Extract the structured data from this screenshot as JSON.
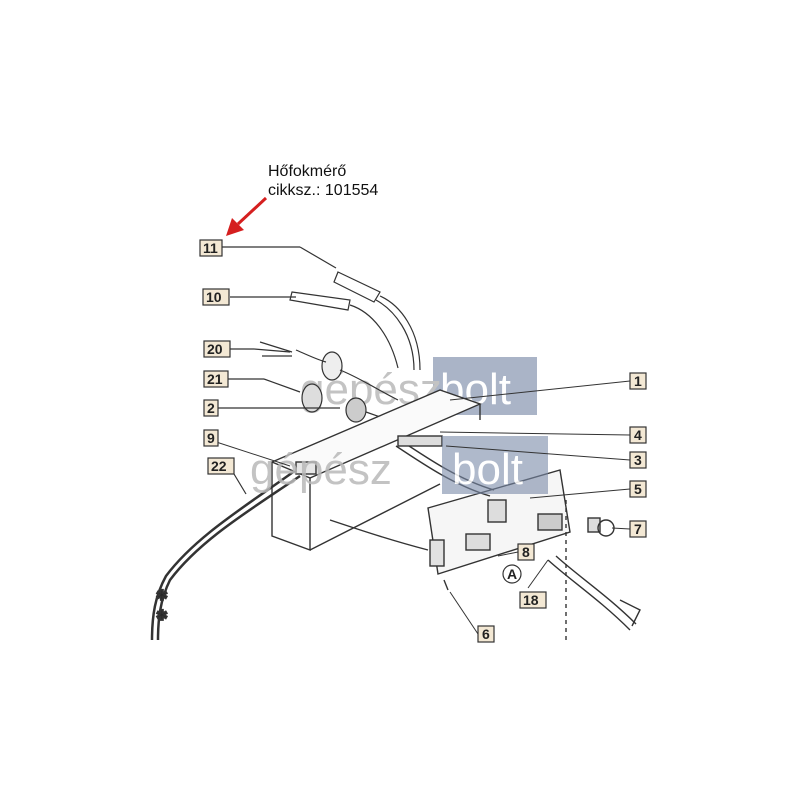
{
  "callout": {
    "line1": "Hőfokmérő",
    "line2": "cikksz.: 101554"
  },
  "part_labels": {
    "p1": "1",
    "p2": "2",
    "p3": "3",
    "p4": "4",
    "p5": "5",
    "p6": "6",
    "p7": "7",
    "p8": "8",
    "p9": "9",
    "p10": "10",
    "p11": "11",
    "p18": "18",
    "p20": "20",
    "p21": "21",
    "p22": "22",
    "pA": "A"
  },
  "watermark": {
    "word1": "gépész",
    "word2": "bolt"
  },
  "colors": {
    "arrow": "#d51f1f",
    "label_box_fill": "#f3e8d4",
    "watermark_box": "#7a8aa8",
    "watermark_text": "#b9b9b9"
  }
}
